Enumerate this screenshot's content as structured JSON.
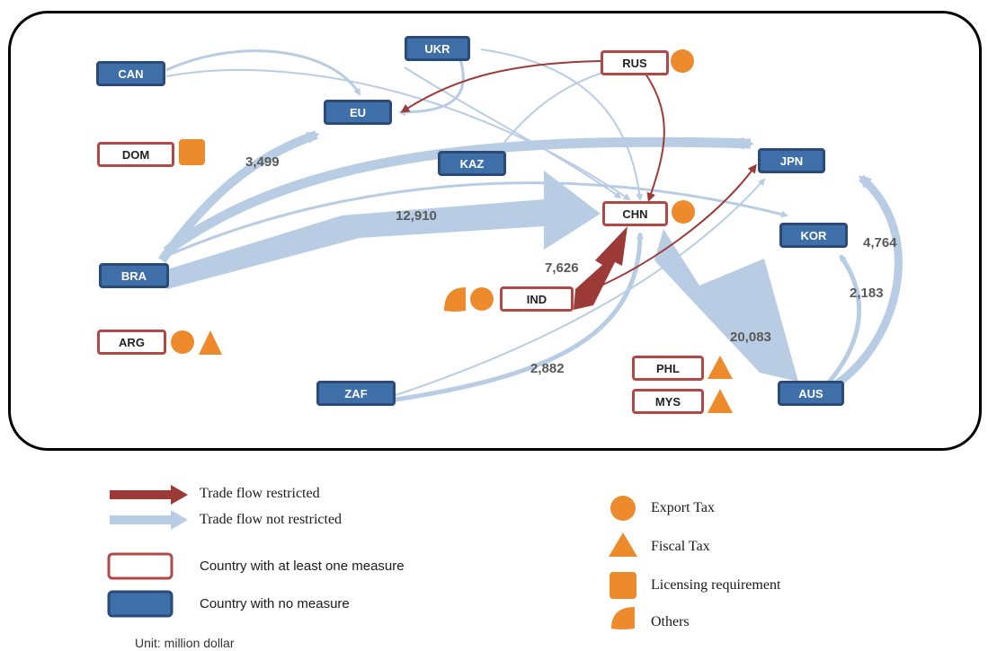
{
  "countries": {
    "CAN": {
      "label": "CAN",
      "restricted": false
    },
    "UKR": {
      "label": "UKR",
      "restricted": false
    },
    "RUS": {
      "label": "RUS",
      "restricted": true
    },
    "EU": {
      "label": "EU",
      "restricted": false
    },
    "DOM": {
      "label": "DOM",
      "restricted": true
    },
    "KAZ": {
      "label": "KAZ",
      "restricted": false
    },
    "JPN": {
      "label": "JPN",
      "restricted": false
    },
    "CHN": {
      "label": "CHN",
      "restricted": true
    },
    "KOR": {
      "label": "KOR",
      "restricted": false
    },
    "BRA": {
      "label": "BRA",
      "restricted": false
    },
    "IND": {
      "label": "IND",
      "restricted": true
    },
    "ARG": {
      "label": "ARG",
      "restricted": true
    },
    "PHL": {
      "label": "PHL",
      "restricted": true
    },
    "MYS": {
      "label": "MYS",
      "restricted": true
    },
    "ZAF": {
      "label": "ZAF",
      "restricted": false
    },
    "AUS": {
      "label": "AUS",
      "restricted": false
    }
  },
  "measures": {
    "RUS": [
      "export-tax"
    ],
    "DOM": [
      "licensing"
    ],
    "CHN": [
      "export-tax"
    ],
    "IND": [
      "others",
      "export-tax"
    ],
    "ARG": [
      "export-tax",
      "fiscal-tax"
    ],
    "PHL": [
      "fiscal-tax"
    ],
    "MYS": [
      "fiscal-tax"
    ]
  },
  "flows": [
    {
      "from": "BRA",
      "to": "CHN",
      "value": "12,910",
      "restricted": false
    },
    {
      "from": "BRA",
      "to": "EU",
      "value": "3,499",
      "restricted": false
    },
    {
      "from": "BRA",
      "to": "JPN",
      "value": "",
      "restricted": false
    },
    {
      "from": "BRA",
      "to": "KOR",
      "value": "",
      "restricted": false
    },
    {
      "from": "IND",
      "to": "CHN",
      "value": "7,626",
      "restricted": true
    },
    {
      "from": "IND",
      "to": "JPN",
      "value": "",
      "restricted": true
    },
    {
      "from": "AUS",
      "to": "CHN",
      "value": "20,083",
      "restricted": false
    },
    {
      "from": "AUS",
      "to": "JPN",
      "value": "4,764",
      "restricted": false
    },
    {
      "from": "AUS",
      "to": "KOR",
      "value": "2,183",
      "restricted": false
    },
    {
      "from": "ZAF",
      "to": "CHN",
      "value": "2,882",
      "restricted": false
    },
    {
      "from": "ZAF",
      "to": "JPN",
      "value": "",
      "restricted": false
    },
    {
      "from": "RUS",
      "to": "EU",
      "value": "",
      "restricted": true
    },
    {
      "from": "RUS",
      "to": "CHN",
      "value": "",
      "restricted": true
    },
    {
      "from": "CAN",
      "to": "EU",
      "value": "",
      "restricted": false
    },
    {
      "from": "UKR",
      "to": "EU",
      "value": "",
      "restricted": false
    },
    {
      "from": "UKR",
      "to": "CHN",
      "value": "",
      "restricted": false
    },
    {
      "from": "KAZ",
      "to": "RUS",
      "value": "",
      "restricted": false
    },
    {
      "from": "CAN",
      "to": "CHN",
      "value": "",
      "restricted": false
    }
  ],
  "legend": {
    "restricted": "Trade flow restricted",
    "not_restricted": "Trade flow not restricted",
    "with_measure": "Country with at least one measure",
    "no_measure": "Country with no measure",
    "export_tax": "Export Tax",
    "fiscal_tax": "Fiscal Tax",
    "licensing": "Licensing requirement",
    "others": "Others"
  },
  "unit": "Unit: million dollar",
  "colors": {
    "restricted_arrow": "#9c3a38",
    "free_arrow": "#b8cde4",
    "no_measure_fill": "#3f6fa8",
    "measure_border": "#b04848",
    "measure_icon": "#ec8a2c"
  }
}
